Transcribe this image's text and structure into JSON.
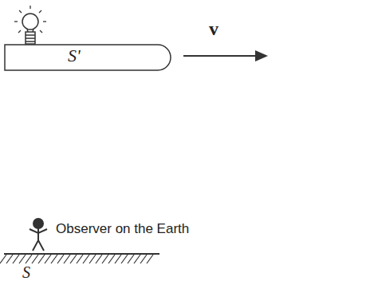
{
  "diagram": {
    "nodes": [
      {
        "text": [
          "S'"
        ]
      }
    ],
    "labels": [
      "v",
      "Observer on the Earth",
      "S"
    ]
  }
}
